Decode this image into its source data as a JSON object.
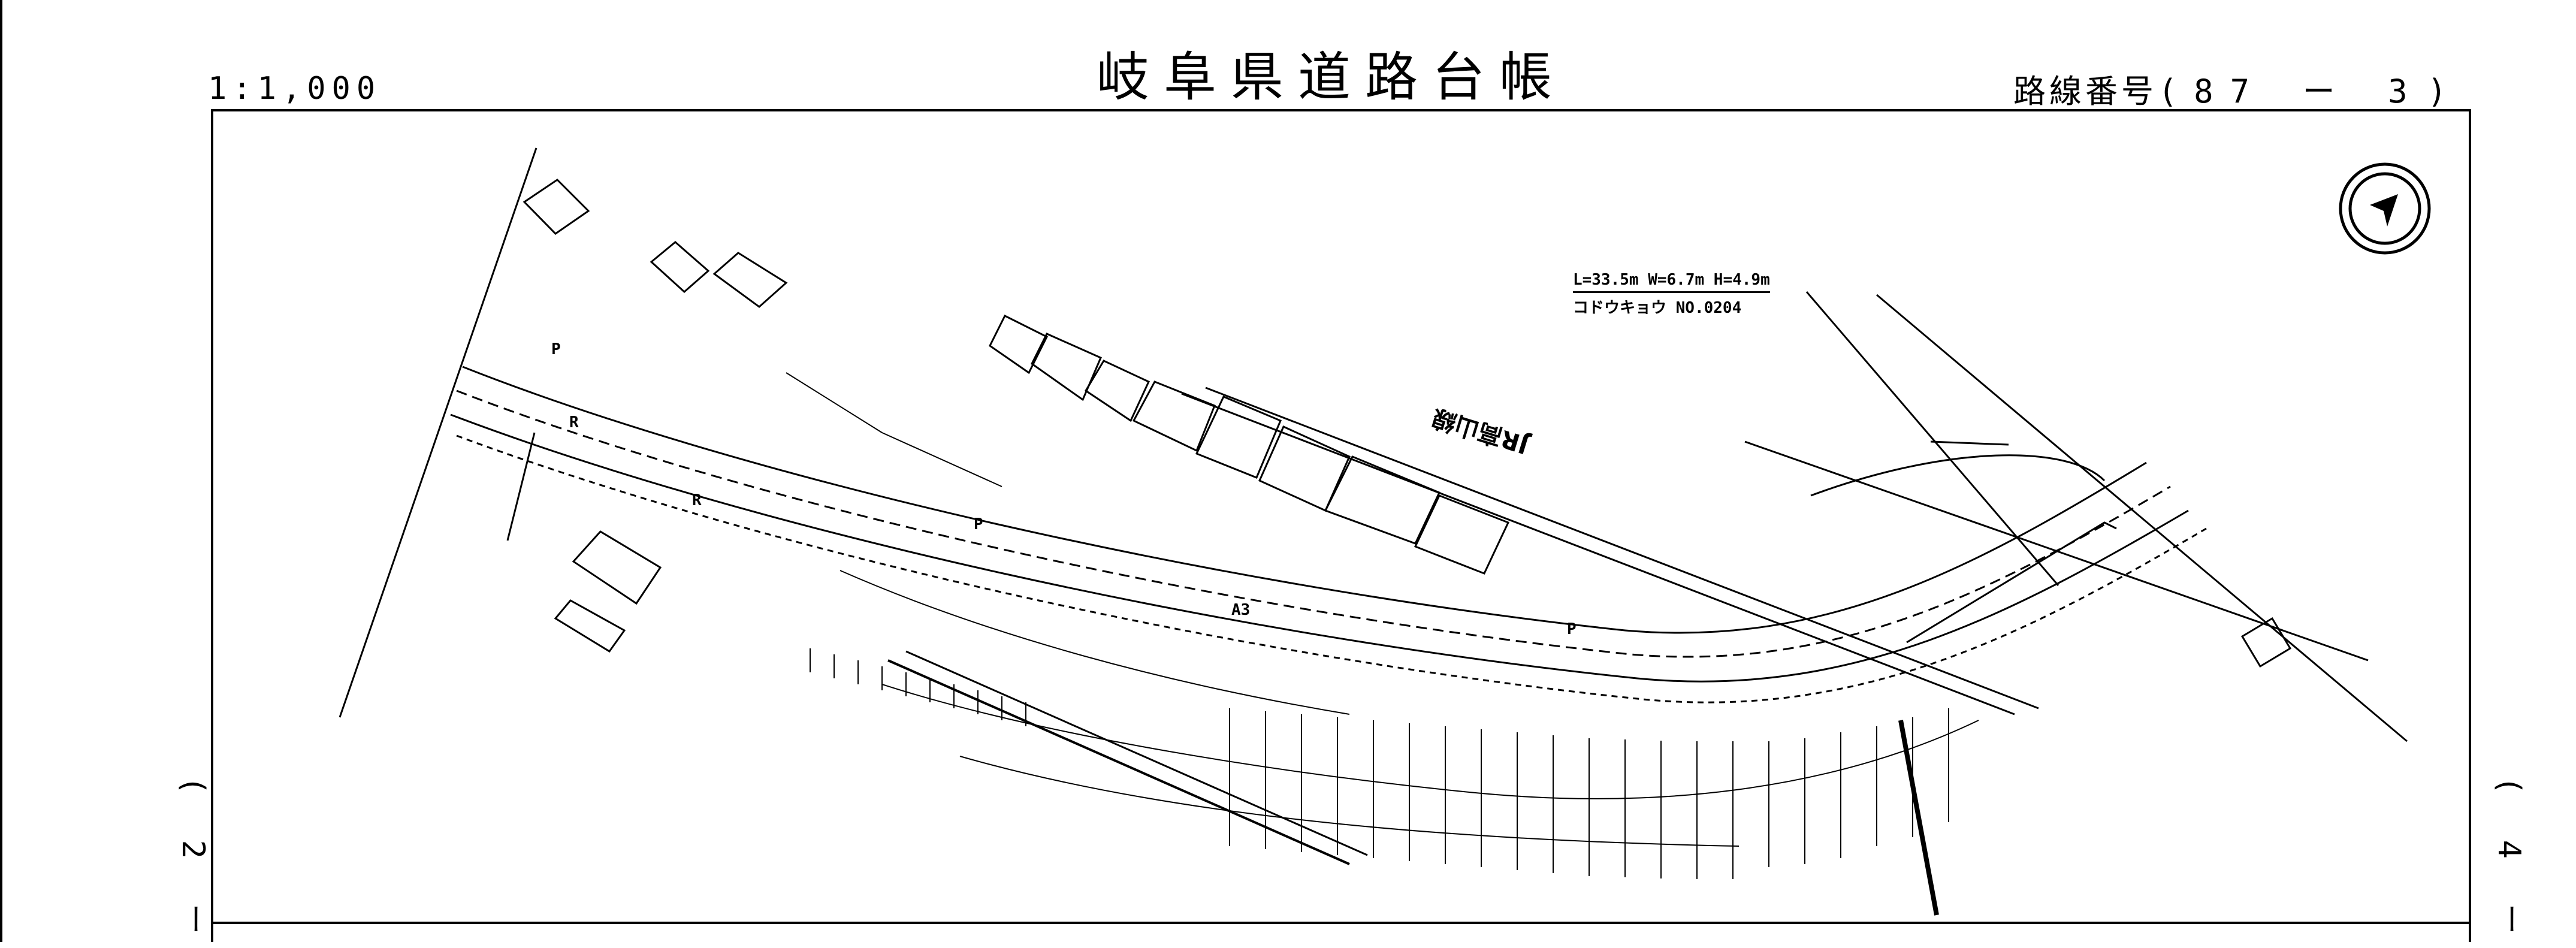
{
  "header": {
    "title": "岐阜県道路台帳",
    "scale": "1:1,000",
    "route_label": "路線番号",
    "route_open": "(",
    "route_number": "87 ー 3",
    "route_close": ")"
  },
  "sheet_refs": {
    "left": "( 2 ー",
    "right": "( 4 ー"
  },
  "map": {
    "bridge_dims": "L=33.5m W=6.7m H=4.9m",
    "bridge_name": "コドウキョウ NO.0204",
    "rail_label": "JR高山線",
    "labels": [
      "P",
      "R",
      "R",
      "P",
      "A3",
      "P"
    ],
    "north_arrow_icon": "north-arrow-icon"
  }
}
